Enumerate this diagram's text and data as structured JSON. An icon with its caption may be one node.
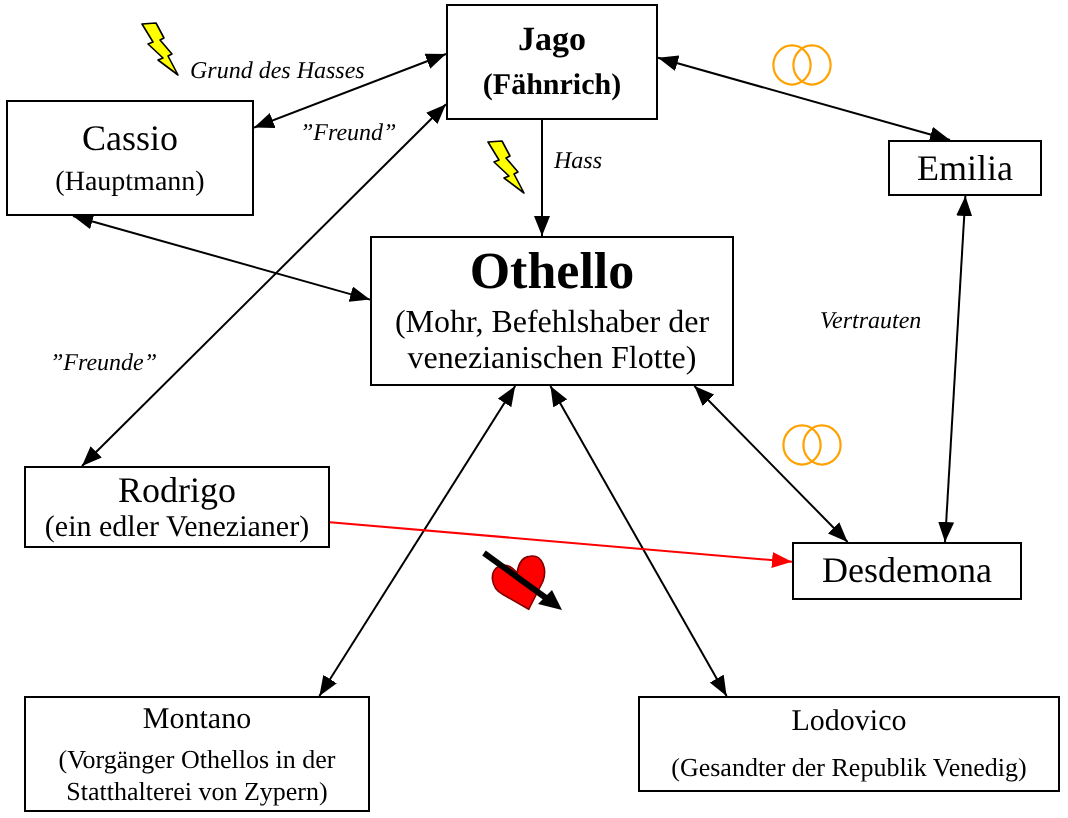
{
  "diagram": {
    "nodes": [
      {
        "text": [
          "Jago",
          "(Fähnrich)"
        ]
      },
      {
        "text": [
          "Cassio",
          "(Hauptmann)"
        ]
      },
      {
        "text": [
          "Emilia"
        ]
      },
      {
        "text": [
          "Othello",
          "(Mohr, Befehlshaber der venezianischen Flotte)"
        ]
      },
      {
        "text": [
          "Rodrigo",
          "(ein edler Venezianer)"
        ]
      },
      {
        "text": [
          "Desdemona"
        ]
      },
      {
        "text": [
          "Montano",
          "(Vorgänger Othellos in der Statthalterei von Zypern)"
        ]
      },
      {
        "text": [
          "Lodovico",
          "(Gesandter der Republik Venedig)"
        ]
      }
    ],
    "edges": [
      {
        "from": 0,
        "to": 1,
        "arrow": "both",
        "label": "Grund des Hasses"
      },
      {
        "from": 0,
        "to": 4,
        "arrow": "both",
        "label": "”Freunde”"
      },
      {
        "from": 1,
        "to": 3,
        "arrow": "both"
      },
      {
        "from": 0,
        "to": 3,
        "arrow": "to",
        "label": "Hass"
      },
      {
        "from": 0,
        "to": 2,
        "arrow": "both"
      },
      {
        "from": 2,
        "to": 5,
        "arrow": "both",
        "label": "Vertrauten"
      },
      {
        "from": 3,
        "to": 5,
        "arrow": "both"
      },
      {
        "from": 3,
        "to": 6,
        "arrow": "both"
      },
      {
        "from": 3,
        "to": 7,
        "arrow": "both"
      },
      {
        "from": 4,
        "to": 5,
        "arrow": "to",
        "color": "#ff0000"
      }
    ],
    "labels": [
      "”Freund”"
    ]
  }
}
